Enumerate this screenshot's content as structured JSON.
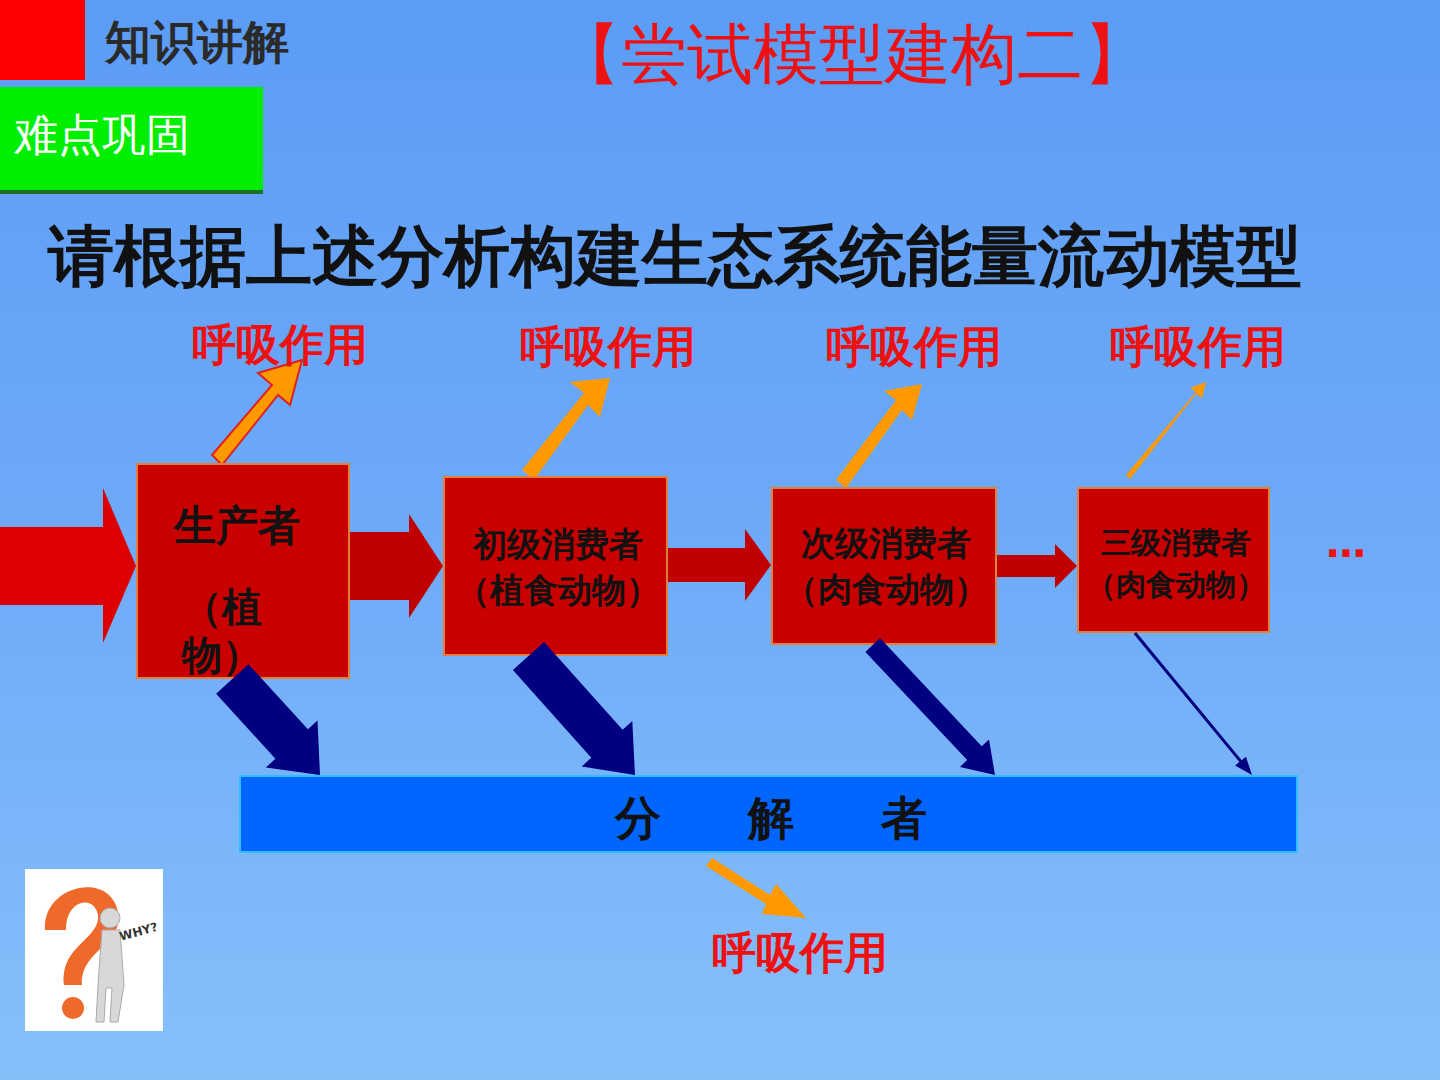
{
  "diagram": {
    "title": "请根据上述分析构建生态系统能量流动模型",
    "nodes": [
      {
        "text": [
          "难点巩固"
        ]
      },
      {
        "text": [
          "生产者",
          "（植物）"
        ]
      },
      {
        "text": [
          "初级消费者",
          "（植食动物）"
        ]
      },
      {
        "text": [
          "次级消费者",
          "（肉食动物）"
        ]
      },
      {
        "text": [
          "三级消费者",
          "（肉食动物）"
        ]
      },
      {
        "text": [
          "分解者"
        ]
      }
    ],
    "edges": [
      {
        "from": 1,
        "to": 2,
        "arrow": "to"
      },
      {
        "from": 2,
        "to": 3,
        "arrow": "to"
      },
      {
        "from": 3,
        "to": 4,
        "arrow": "to"
      },
      {
        "from": 1,
        "to": 5,
        "arrow": "to"
      },
      {
        "from": 2,
        "to": 5,
        "arrow": "to"
      },
      {
        "from": 3,
        "to": 5,
        "arrow": "to"
      },
      {
        "from": 4,
        "to": 5,
        "arrow": "to"
      }
    ],
    "labels": [
      "知识讲解",
      "【尝试模型建构二】",
      "呼吸作用",
      "呼吸作用",
      "呼吸作用",
      "呼吸作用",
      "呼吸作用",
      "…",
      "WHY?"
    ]
  }
}
